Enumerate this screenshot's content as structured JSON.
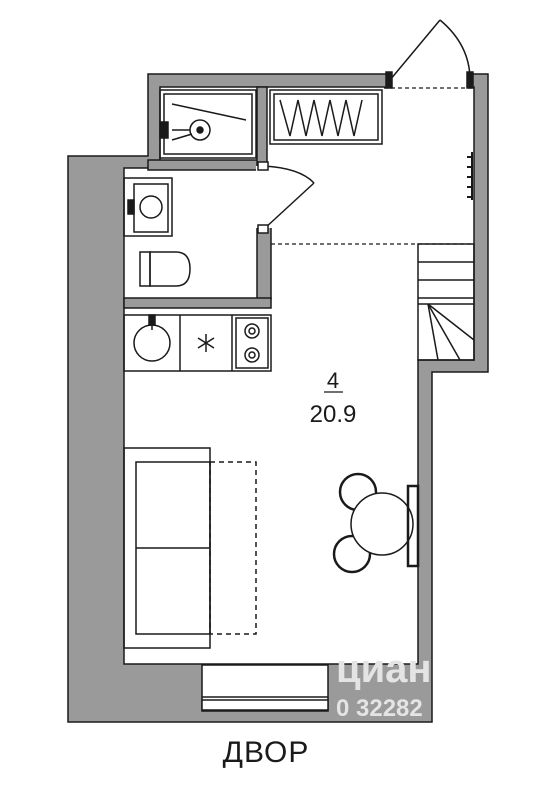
{
  "room": {
    "number": "4",
    "area": "20.9"
  },
  "orientation": {
    "label": "ДВОР"
  },
  "watermark": {
    "brand": "циан",
    "phone": "0 32282"
  },
  "colors": {
    "wall": "#9a9a9a",
    "line": "#1a1a1a",
    "background": "#ffffff",
    "watermark": "#e4e4e4"
  }
}
